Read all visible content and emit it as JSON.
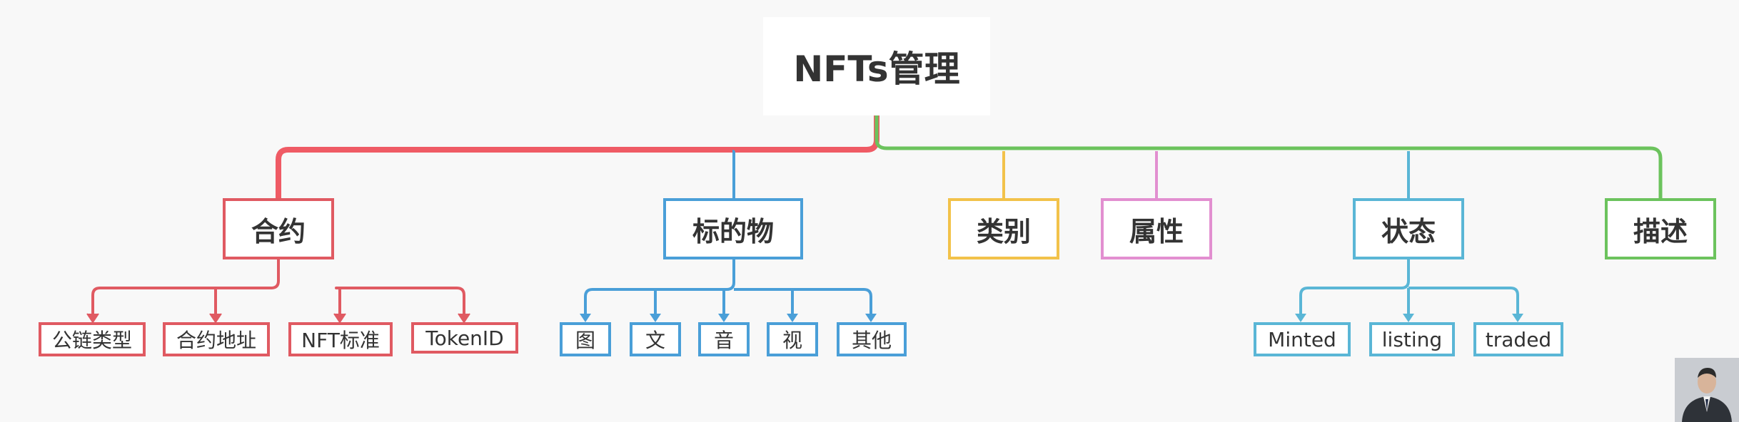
{
  "root": {
    "label": "NFTs管理"
  },
  "branches": {
    "contract": {
      "label": "合约",
      "color": "#e05a62",
      "children": [
        "公链类型",
        "合约地址",
        "NFT标准",
        "TokenID"
      ]
    },
    "subject": {
      "label": "标的物",
      "color": "#4a9fd8",
      "children": [
        "图",
        "文",
        "音",
        "视",
        "其他"
      ]
    },
    "category": {
      "label": "类别",
      "color": "#f2c24a",
      "children": []
    },
    "attribute": {
      "label": "属性",
      "color": "#e28fd0",
      "children": []
    },
    "status": {
      "label": "状态",
      "color": "#5ab6d6",
      "children": [
        "Minted",
        "listing",
        "traded"
      ]
    },
    "description": {
      "label": "描述",
      "color": "#6cc35d",
      "children": []
    }
  },
  "trunk_colors": {
    "left": "#ef5b65",
    "right": "#6cc35d"
  }
}
